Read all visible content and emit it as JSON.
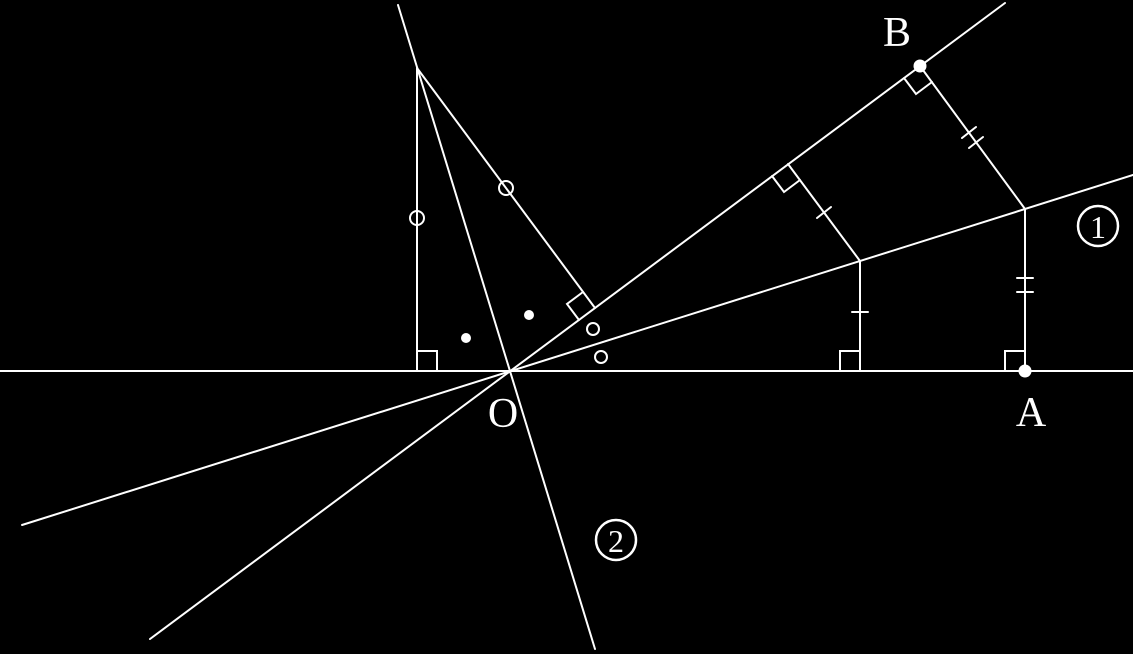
{
  "figure": {
    "description": "Geometry diagram: two angle bisectors (1) and (2) of angles formed by a horizontal line and an oblique line through O, with equal perpendicular distances marked from points on the bisectors",
    "background_color": "#000000",
    "stroke_color": "#ffffff",
    "labels": {
      "origin": "O",
      "point_a": "A",
      "point_b": "B",
      "circled_one": "1",
      "circled_two": "2"
    },
    "points": {
      "O": [
        510,
        371
      ],
      "A": [
        1025,
        371
      ],
      "B": [
        920,
        66
      ]
    }
  }
}
